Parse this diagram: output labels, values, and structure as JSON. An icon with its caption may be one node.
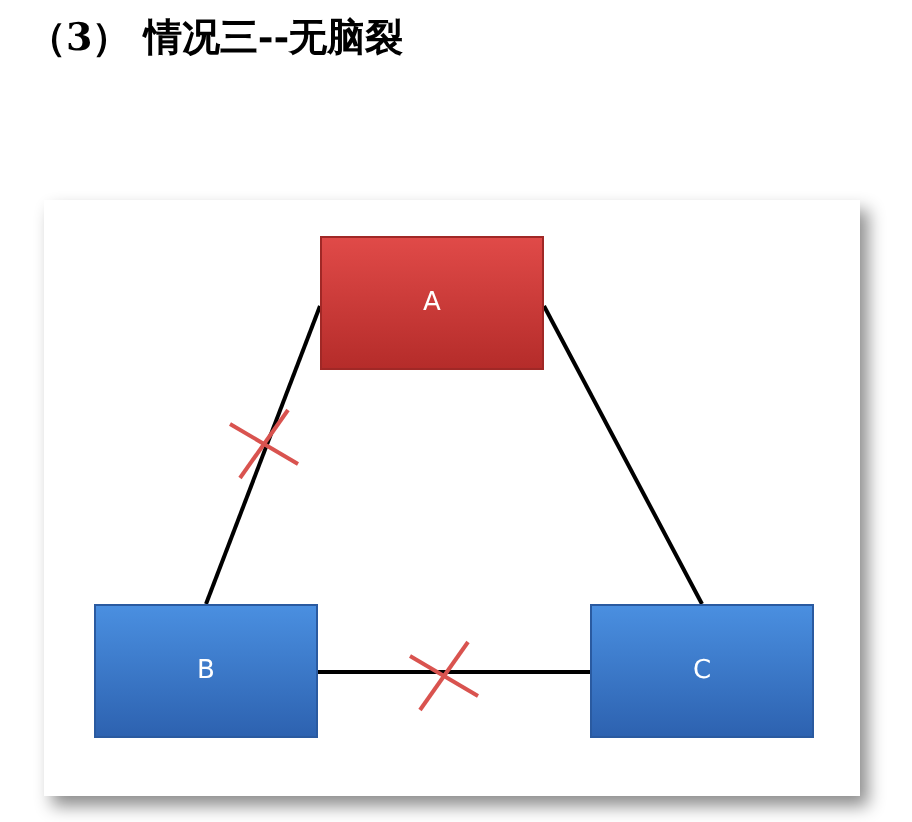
{
  "diagram": {
    "title": "（3） 情况三--无脑裂",
    "nodes": [
      {
        "text": [
          "A"
        ]
      },
      {
        "text": [
          "B"
        ]
      },
      {
        "text": [
          "C"
        ]
      }
    ],
    "edges": [
      {
        "from": 0,
        "to": 1,
        "arrow": "none"
      },
      {
        "from": 0,
        "to": 2,
        "arrow": "none"
      },
      {
        "from": 1,
        "to": 2,
        "arrow": "none"
      }
    ]
  }
}
